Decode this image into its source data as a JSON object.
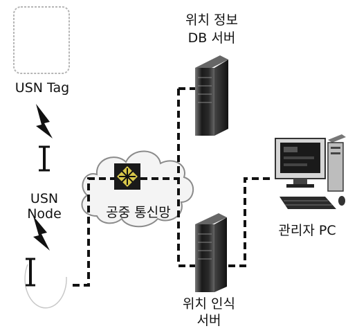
{
  "labels": {
    "usn_tag": "USN Tag",
    "usn_node_line1": "USN",
    "usn_node_line2": "Node",
    "network": "공중 통신망",
    "location_db_line1": "위치 정보",
    "location_db_line2": "DB 서버",
    "manager_pc": "관리자 PC",
    "location_recog_line1": "위치 인식",
    "location_recog_line2": "서버"
  },
  "colors": {
    "line": "#111111",
    "server_dark": "#1a1a1a",
    "server_mid": "#555555",
    "cloud_fill": "#f4f4f4",
    "cloud_stroke": "#8a8a8a"
  },
  "icons": [
    "tag-icon",
    "lightning-bolt-icon",
    "node-icon",
    "cloud-icon",
    "router-icon",
    "server-icon",
    "desktop-pc-icon"
  ]
}
